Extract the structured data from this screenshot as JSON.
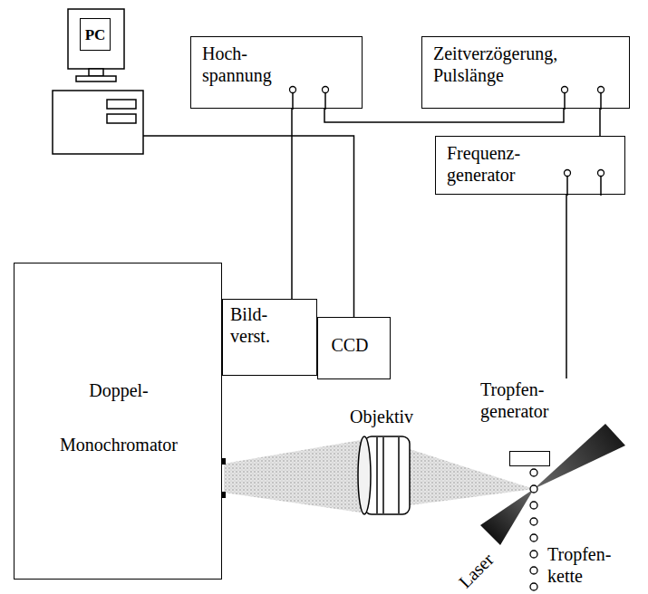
{
  "diagram": {
    "nodes": [
      {
        "text": [
          "PC"
        ]
      },
      {
        "text": [
          "Hoch- spannung"
        ]
      },
      {
        "text": [
          "Zeitverzögerung, Pulslänge"
        ]
      },
      {
        "text": [
          "Frequenz- generator"
        ]
      },
      {
        "text": [
          "Doppel- Monochromator"
        ]
      },
      {
        "text": [
          "Bild- verst."
        ]
      },
      {
        "text": [
          "CCD"
        ]
      },
      {
        "text": [
          "Tropfen- generator"
        ]
      }
    ],
    "edges": [
      {
        "from": 0,
        "to": 6,
        "arrow": "none"
      },
      {
        "from": 1,
        "to": 5,
        "arrow": "none"
      },
      {
        "from": 1,
        "to": 2,
        "arrow": "none"
      },
      {
        "from": 2,
        "to": 3,
        "arrow": "none"
      },
      {
        "from": 3,
        "to": 7,
        "arrow": "none"
      }
    ],
    "labels": [
      "Objektiv",
      "Laser",
      "Tropfen- kette"
    ]
  }
}
